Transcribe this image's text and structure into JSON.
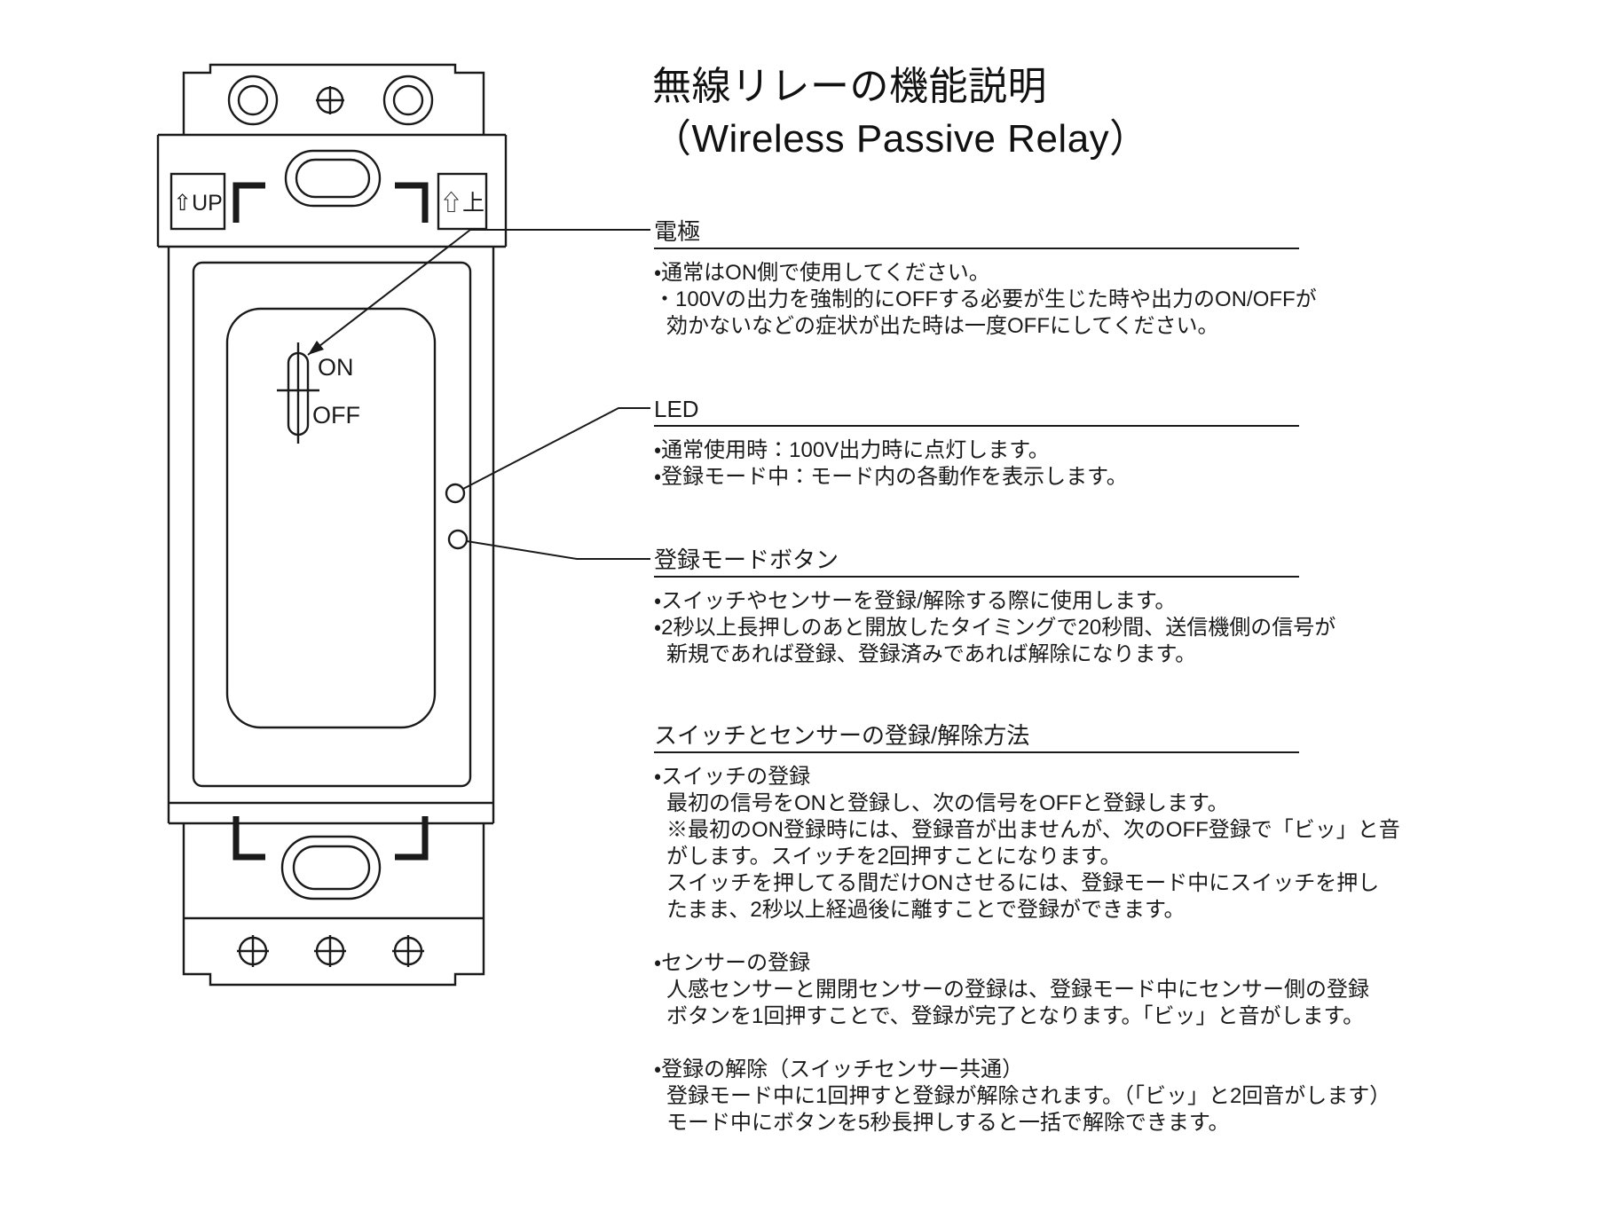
{
  "title": {
    "line1": "無線リレーの機能説明",
    "line2": "（Wireless Passive Relay）"
  },
  "device": {
    "up_label_left": "⇧UP",
    "up_label_right": "⇧上",
    "switch_on_label": "ON",
    "switch_off_label": "OFF"
  },
  "sections": [
    {
      "heading": "電極",
      "lines": [
        "・通常はON側で使用してください。",
        "・100Vの出力を強制的にOFFする必要が生じた時や出力のON/OFFが",
        "効かないなどの症状が出た時は一度OFFにしてください。"
      ]
    },
    {
      "heading": "LED",
      "lines": [
        "・通常使用時：100V出力時に点灯します。",
        "・登録モード中：モード内の各動作を表示します。"
      ]
    },
    {
      "heading": "登録モードボタン",
      "lines": [
        "・スイッチやセンサーを登録/解除する際に使用します。",
        "・2秒以上長押しのあと開放したタイミングで20秒間、送信機側の信号が",
        "新規であれば登録、登録済みであれば解除になります。"
      ]
    },
    {
      "heading": "スイッチとセンサーの登録/解除方法",
      "blocks": [
        {
          "lines": [
            "・スイッチの登録",
            "最初の信号をONと登録し、次の信号をOFFと登録します。",
            "※最初のON登録時には、登録音が出ませんが、次のOFF登録で「ビッ」と音",
            "がします。スイッチを2回押すことになります。",
            "スイッチを押してる間だけONさせるには、登録モード中にスイッチを押し",
            "たまま、2秒以上経過後に離すことで登録ができます。"
          ]
        },
        {
          "lines": [
            "・センサーの登録",
            "人感センサーと開閉センサーの登録は、登録モード中にセンサー側の登録",
            "ボタンを1回押すことで、登録が完了となります。「ビッ」と音がします。"
          ]
        },
        {
          "lines": [
            "・登録の解除（スイッチセンサー共通）",
            "登録モード中に1回押すと登録が解除されます。（「ビッ」と2回音がします）",
            "モード中にボタンを5秒長押しすると一括で解除できます。"
          ]
        }
      ]
    }
  ],
  "colors": {
    "ink": "#1a1a1a",
    "background": "#ffffff"
  }
}
